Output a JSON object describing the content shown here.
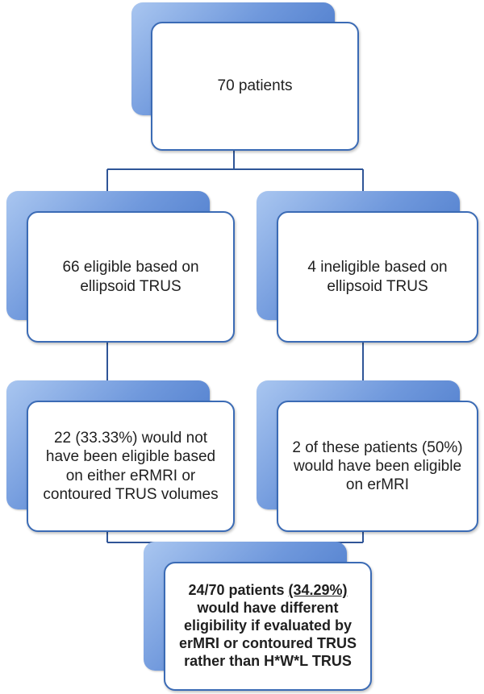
{
  "nodes": {
    "root": {
      "text": "70 patients"
    },
    "eligible": {
      "text": "66 eligible based on ellipsoid TRUS"
    },
    "ineligible": {
      "text": "4 ineligible based on ellipsoid TRUS"
    },
    "not_eligible_other": {
      "text": "22 (33.33%) would not have been eligible based on either eRMRI or contoured TRUS volumes"
    },
    "eligible_ermri": {
      "text": "2 of these patients (50%) would have been eligible on erMRI"
    },
    "summary": {
      "prefix": "24/70 patients ",
      "highlight": "(34.29%)",
      "suffix": " would have different eligibility if evaluated by erMRI or contoured TRUS rather than H*W*L TRUS"
    }
  },
  "colors": {
    "connector": "#2f5597",
    "card_border": "#3b6bb5",
    "tab_gradient_light": "#a9c6f0",
    "tab_gradient_dark": "#3e6fc4"
  }
}
